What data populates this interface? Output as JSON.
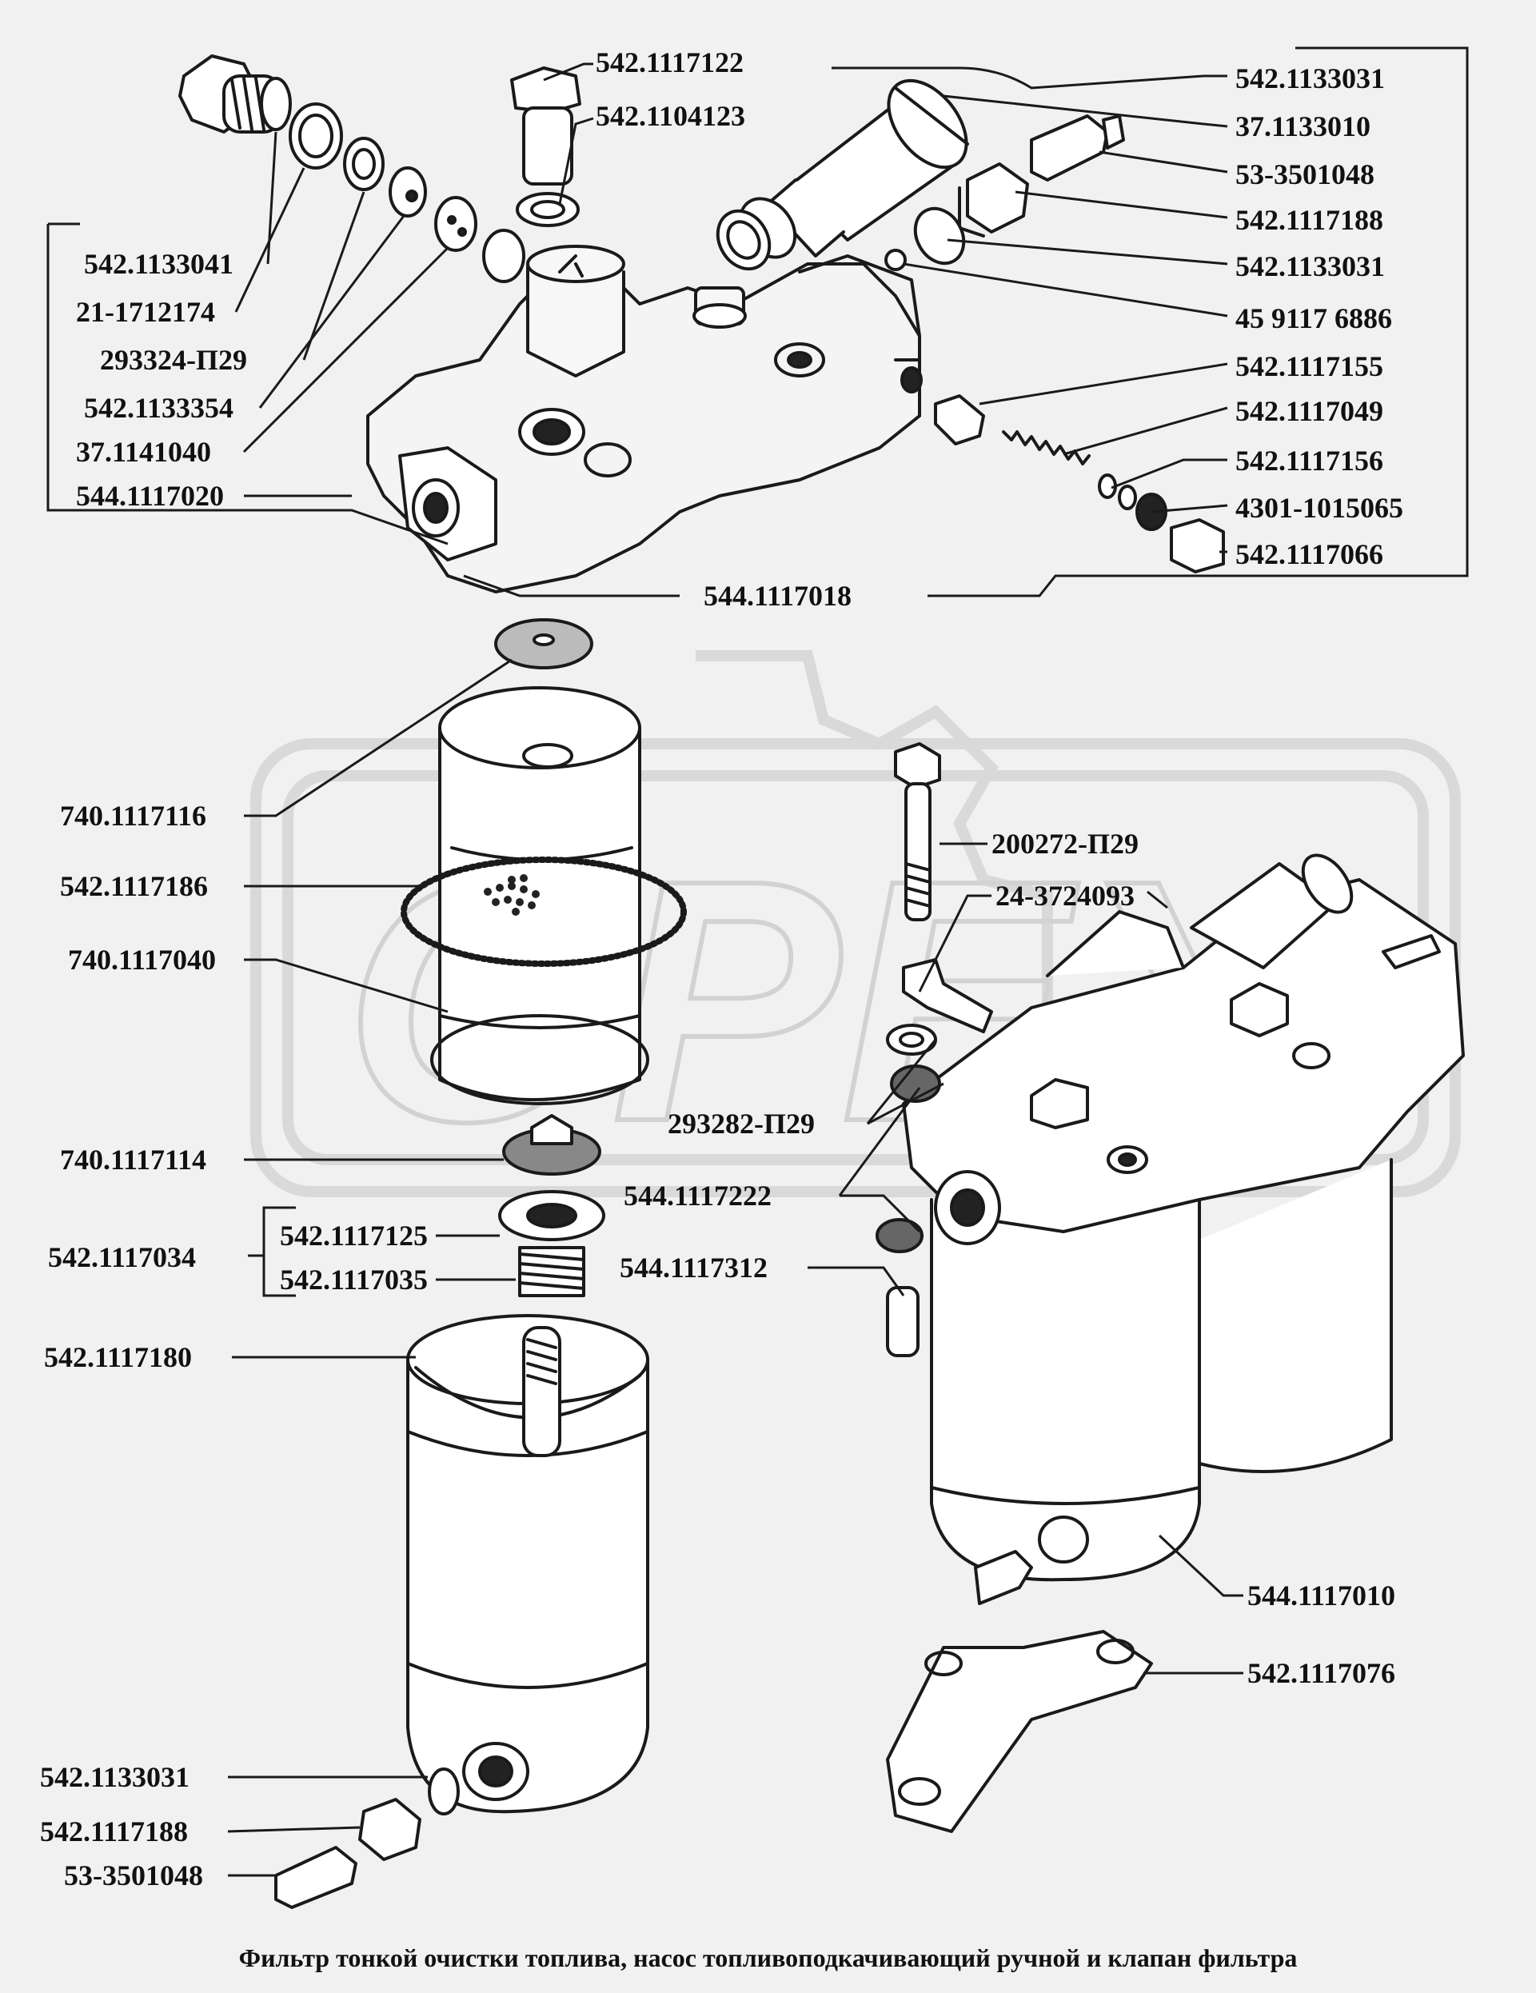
{
  "caption": "Фильтр тонкой очистки топлива, насос топливоподкачивающий ручной и клапан фильтра",
  "watermark": {
    "text": "OPEX",
    "color": "#d8d8d8"
  },
  "colors": {
    "line": "#1a1a1a",
    "paper": "#f1f1f1",
    "watermark": "#dcdcdc"
  },
  "labels": {
    "p_542_1117122": "542.1117122",
    "p_542_1104123": "542.1104123",
    "p_542_1133031_a": "542.1133031",
    "p_37_1133010": "37.1133010",
    "p_53_3501048_a": "53-3501048",
    "p_542_1117188_a": "542.1117188",
    "p_542_1133031_b": "542.1133031",
    "p_45_9117_6886": "45 9117 6886",
    "p_542_1117155": "542.1117155",
    "p_542_1117049": "542.1117049",
    "p_542_1117156": "542.1117156",
    "p_4301_1015065": "4301-1015065",
    "p_542_1117066": "542.1117066",
    "p_544_1117018": "544.1117018",
    "p_542_1133041": "542.1133041",
    "p_21_1712174": "21-1712174",
    "p_293324_P29": "293324-П29",
    "p_542_1133354": "542.1133354",
    "p_37_1141040": "37.1141040",
    "p_544_1117020": "544.1117020",
    "p_740_1117116": "740.1117116",
    "p_542_1117186": "542.1117186",
    "p_740_1117040": "740.1117040",
    "p_740_1117114": "740.1117114",
    "p_542_1117125": "542.1117125",
    "p_542_1117034": "542.1117034",
    "p_542_1117035": "542.1117035",
    "p_542_1117180": "542.1117180",
    "p_542_1133031_c": "542.1133031",
    "p_542_1117188_b": "542.1117188",
    "p_53_3501048_b": "53-3501048",
    "p_200272_P29": "200272-П29",
    "p_24_3724093": "24-3724093",
    "p_293282_P29": "293282-П29",
    "p_544_1117222": "544.1117222",
    "p_544_1117312": "544.1117312",
    "p_544_1117010": "544.1117010",
    "p_542_1117076": "542.1117076"
  }
}
